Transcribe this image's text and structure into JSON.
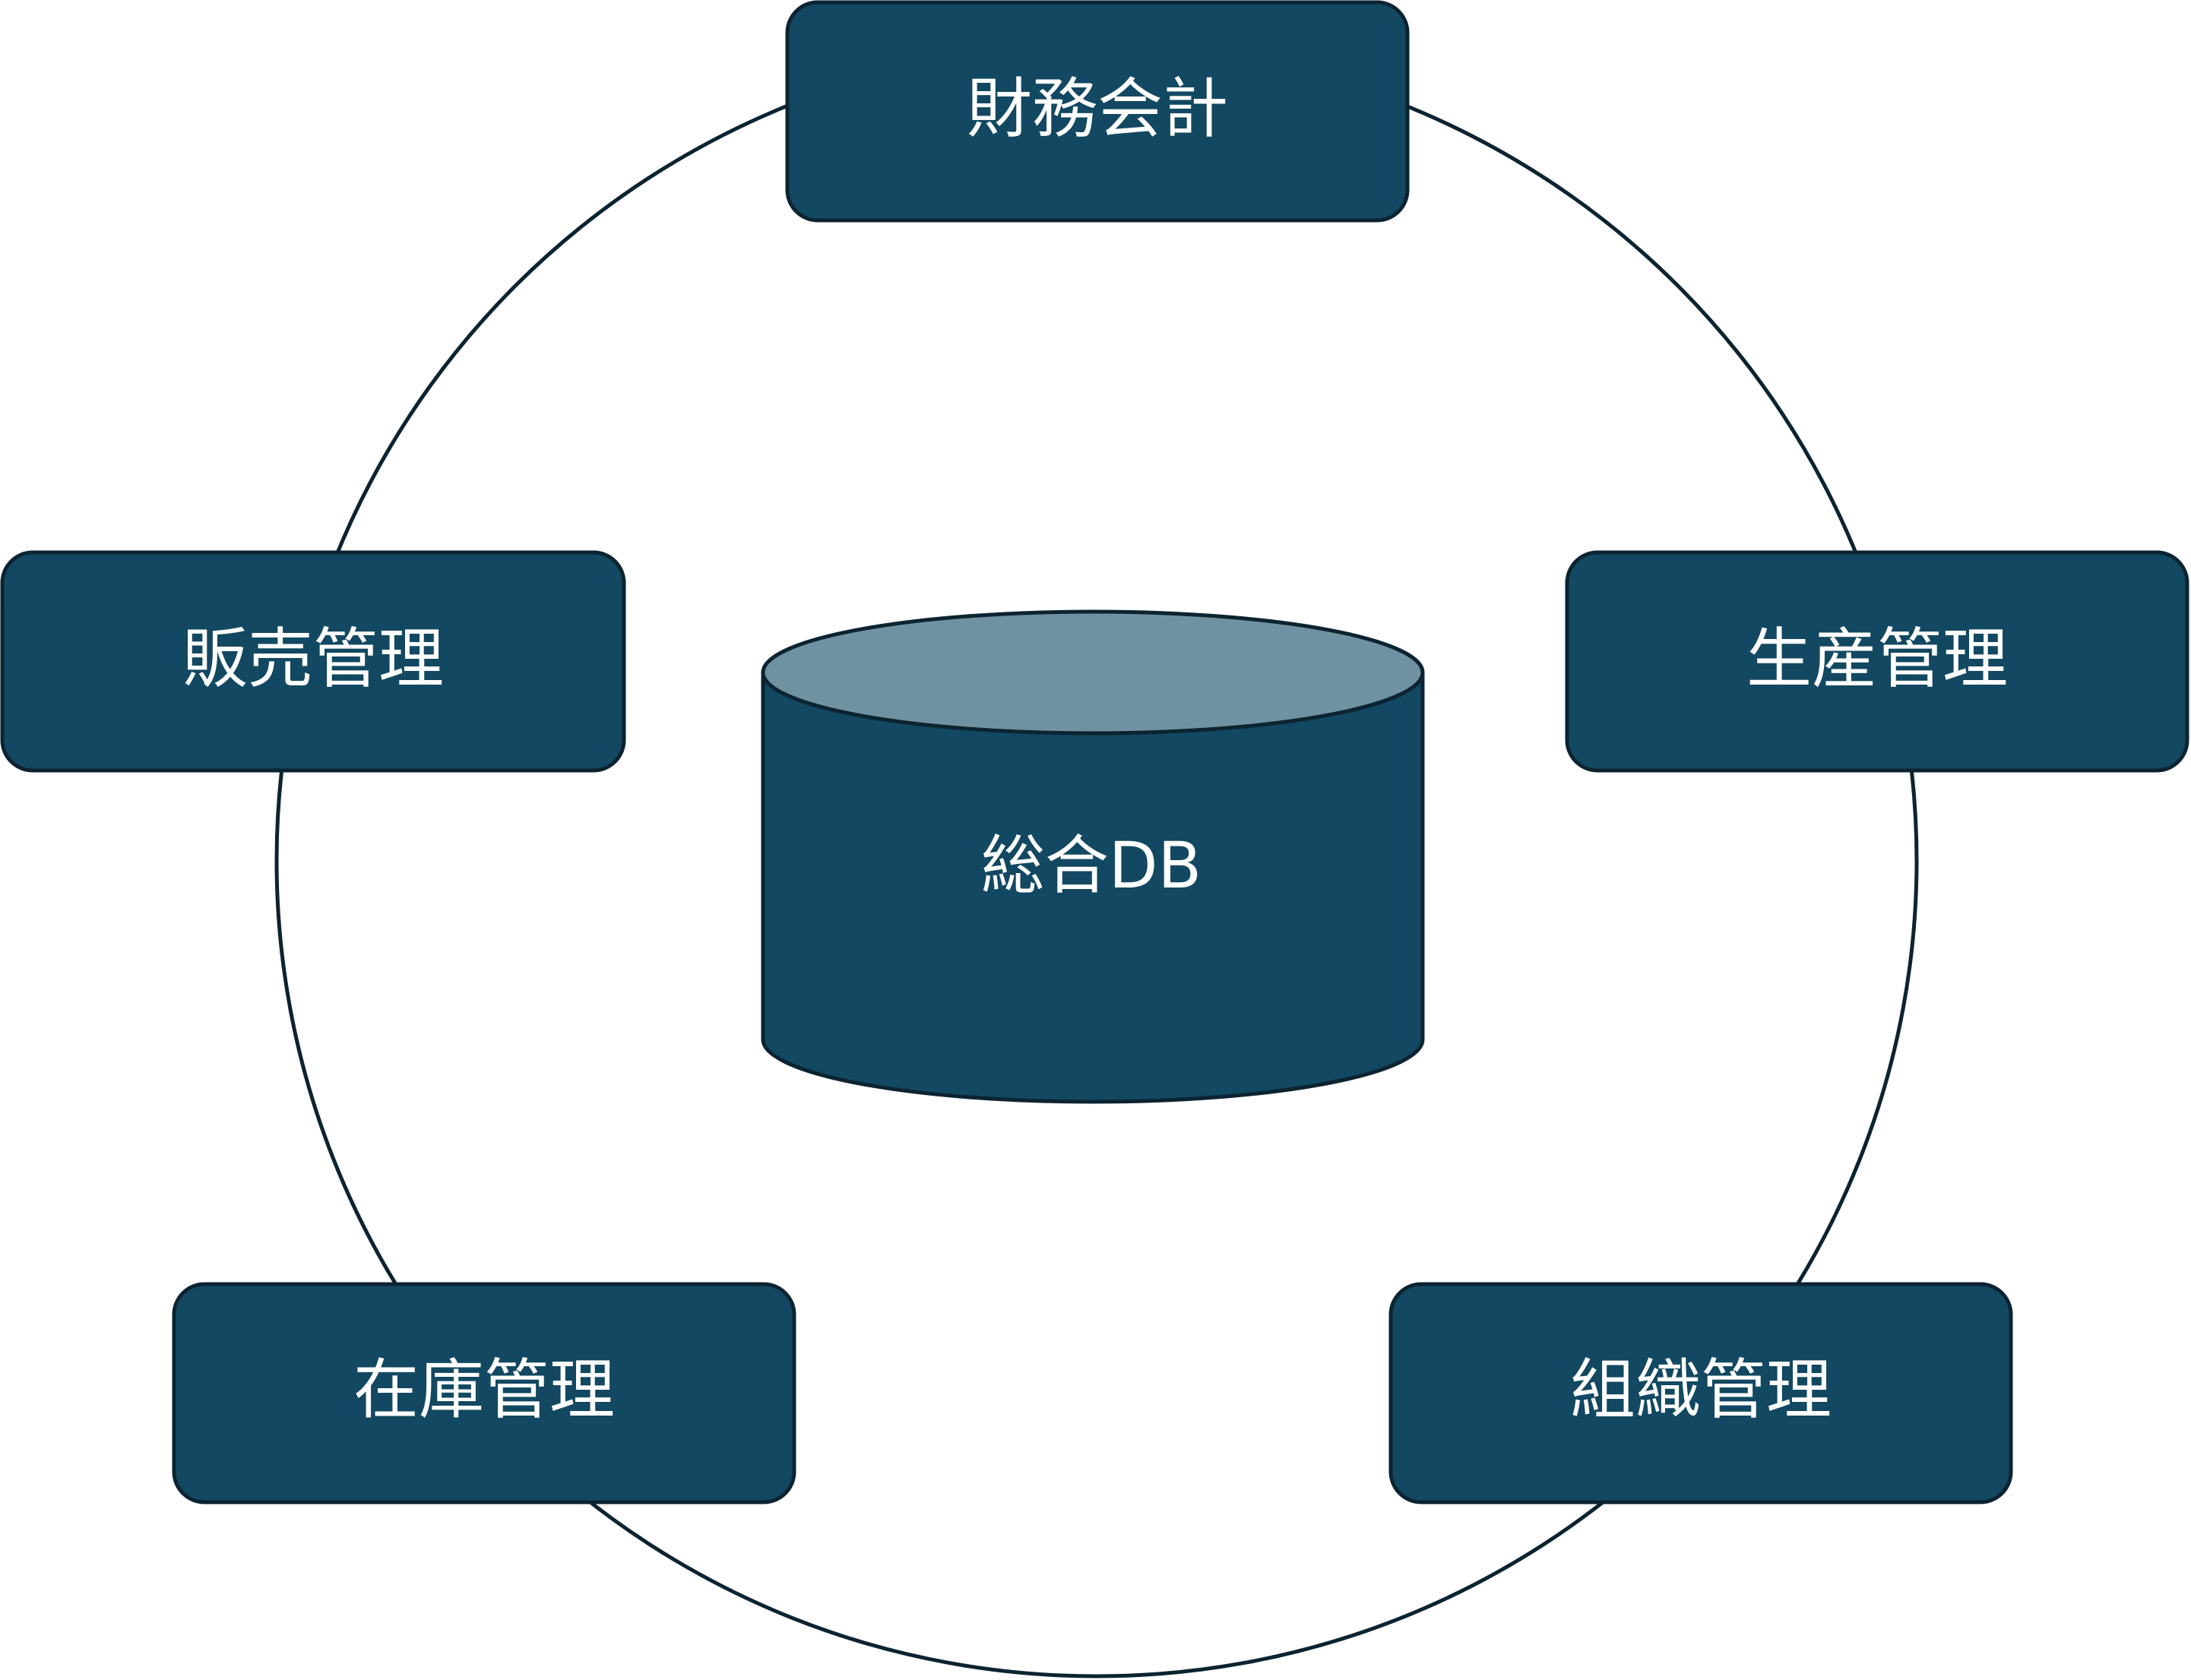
{
  "colors": {
    "node_fill": "#124861",
    "node_stroke": "#0c2331",
    "db_top": "#6f91a1",
    "ring": "#0c2331",
    "label": "#ffffff",
    "background": "#ffffff"
  },
  "center": {
    "label": "総合DB",
    "shape": "database-cylinder"
  },
  "nodes": [
    {
      "id": "finance",
      "label": "財務会計"
    },
    {
      "id": "sales",
      "label": "販売管理"
    },
    {
      "id": "production",
      "label": "生産管理"
    },
    {
      "id": "inventory",
      "label": "在庫管理"
    },
    {
      "id": "organization",
      "label": "組織管理"
    }
  ]
}
